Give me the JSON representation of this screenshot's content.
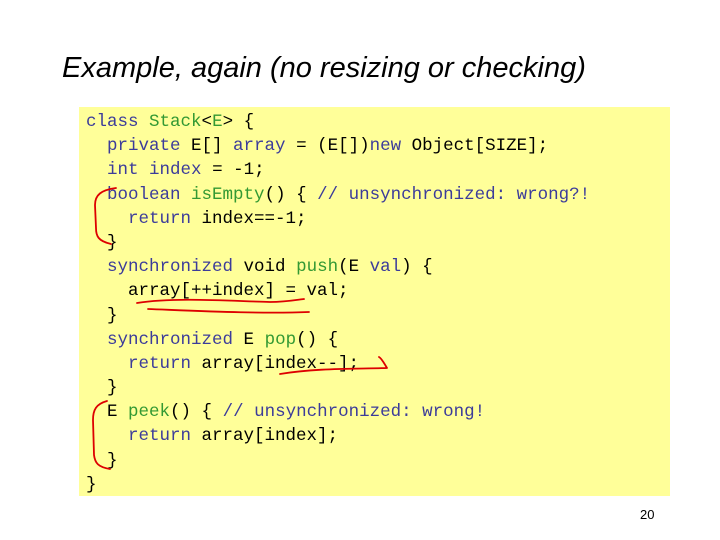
{
  "slide": {
    "title": "Example, again (no resizing or checking)",
    "page_number": "20"
  },
  "colors": {
    "code_background": "#ffff99",
    "keyword": "#3c3c9a",
    "identifier": "#339933",
    "plain": "#000000",
    "ink_annotation": "#dd0000"
  },
  "code": {
    "l1": {
      "kw1": "class",
      "nm1": "Stack",
      "tx1": "<",
      "nm2": "E",
      "tx2": "> {"
    },
    "l2": {
      "kw1": "private",
      "tx1": " E[] ",
      "kw2": "array",
      "tx2": " = (E[])",
      "kw3": "new",
      "tx3": " Object[SIZE];"
    },
    "l3": {
      "kw1": "int",
      "tx1": " ",
      "kw2": "index",
      "tx2": " = -1;"
    },
    "l4": {
      "kw1": "boolean",
      "tx1": " ",
      "nm1": "isEmpty",
      "tx2": "() { ",
      "cm1": "// unsynchronized: wrong?!"
    },
    "l5": {
      "kw1": "return",
      "tx1": " index==-1;"
    },
    "l6": {
      "tx1": "}"
    },
    "l7": {
      "kw1": "synchronized",
      "tx1": " void ",
      "nm1": "push",
      "tx2": "(E ",
      "kw2": "val",
      "tx3": ") {"
    },
    "l8": {
      "tx1": "array[++index] = val;"
    },
    "l9": {
      "tx1": "}"
    },
    "l10": {
      "kw1": "synchronized",
      "tx1": " E ",
      "nm1": "pop",
      "tx2": "() {"
    },
    "l11": {
      "kw1": "return",
      "tx1": " array[index--];"
    },
    "l12": {
      "tx1": "}"
    },
    "l13": {
      "tx1": "E ",
      "nm1": "peek",
      "tx2": "() { ",
      "cm1": "// unsynchronized: wrong!"
    },
    "l14": {
      "kw1": "return",
      "tx1": " array[index];"
    },
    "l15": {
      "tx1": "}"
    },
    "l16": {
      "tx1": "}"
    }
  }
}
